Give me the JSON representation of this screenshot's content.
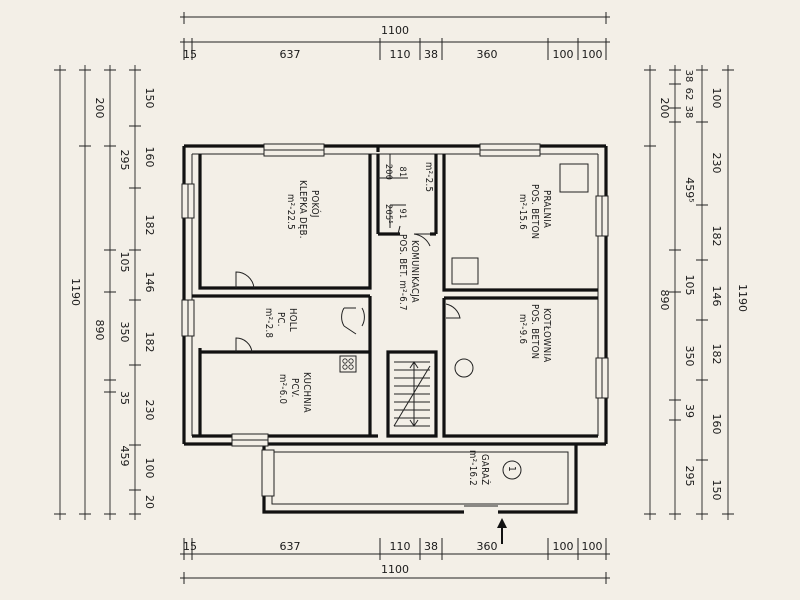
{
  "dimensions": {
    "top_total": "1100",
    "top_segments": [
      "15",
      "637",
      "110",
      "38",
      "360",
      "100",
      "100"
    ],
    "bottom_total": "1100",
    "bottom_segments": [
      "15",
      "637",
      "110",
      "38",
      "360",
      "100",
      "100"
    ],
    "left_total": "1190",
    "left_mid": [
      "200",
      "890"
    ],
    "left_inner": [
      "295",
      "105",
      "350",
      "35",
      "459"
    ],
    "left_detail": [
      "150",
      "160",
      "182",
      "146",
      "182",
      "230",
      "100",
      "20"
    ],
    "right_total": "1190",
    "right_mid": [
      "200",
      "890"
    ],
    "right_inner": [
      "38",
      "62",
      "38",
      "459⁵",
      "105",
      "350",
      "39",
      "295"
    ],
    "right_detail": [
      "100",
      "230",
      "182",
      "146",
      "182",
      "160",
      "150"
    ]
  },
  "rooms": {
    "pokoj": [
      "POKÓJ",
      "KLEPKA DĘB.",
      "m²-22.5"
    ],
    "hall": [
      "HOLL",
      "PC.",
      "m²-2.8"
    ],
    "kuchnia": [
      "KUCHNIA",
      "PCV.",
      "m²-6.0"
    ],
    "komunikacja": [
      "KOMUNIKACJA",
      "POS. BET. m²-6.7"
    ],
    "wc": [
      "m²-2.5"
    ],
    "pralnia": [
      "PRALNIA",
      "POS. BETON",
      "m²-15.6"
    ],
    "kotlownia": [
      "KOTŁOWNIA",
      "POS. BETON",
      "m²-9.6"
    ],
    "garaz": [
      "GARAŻ",
      "m²-16.2"
    ]
  },
  "door_sizes": {
    "a": "81",
    "b": "200",
    "c": "91",
    "d": "205⁵"
  },
  "entrance_marker": "1"
}
